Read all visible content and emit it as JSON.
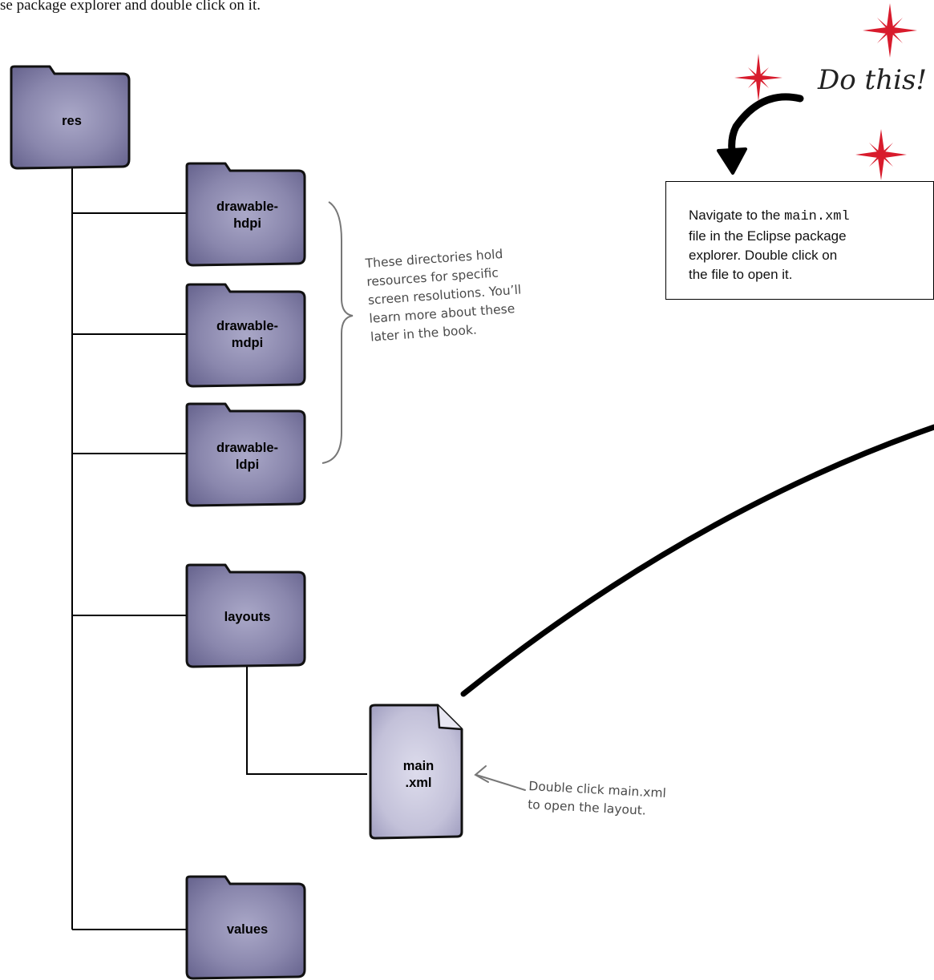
{
  "top_text": "se package explorer and double click on it.",
  "folders": {
    "res": "res",
    "drawable_hdpi": [
      "drawable-",
      "hdpi"
    ],
    "drawable_mdpi": [
      "drawable-",
      "mdpi"
    ],
    "drawable_ldpi": [
      "drawable-",
      "ldpi"
    ],
    "layouts": "layouts",
    "values": "values"
  },
  "file": [
    "main",
    ".xml"
  ],
  "annotations": {
    "directories_note": [
      "These directories hold",
      "resources for specific",
      "screen resolutions. You’ll",
      "learn more about these",
      "later in the book."
    ],
    "double_click_note": [
      "Double click main.xml",
      "to open the layout."
    ]
  },
  "callout": {
    "do_this": "Do this!",
    "instruction_lines": [
      {
        "pre": "Navigate to the ",
        "code": "main.xml"
      },
      {
        "pre": "file in the Eclipse package"
      },
      {
        "pre": "explorer. Double click on"
      },
      {
        "pre": "the file to open it."
      }
    ]
  },
  "icons": [
    "folder-icon",
    "file-icon",
    "star-icon",
    "curved-arrow-icon",
    "bracket-icon"
  ],
  "colors": {
    "folder_fill": "#7b789f",
    "folder_fill_light": "#a9a7c6",
    "file_fill": "#c9c8dc",
    "star": "#d81b2c",
    "line": "#000000"
  }
}
